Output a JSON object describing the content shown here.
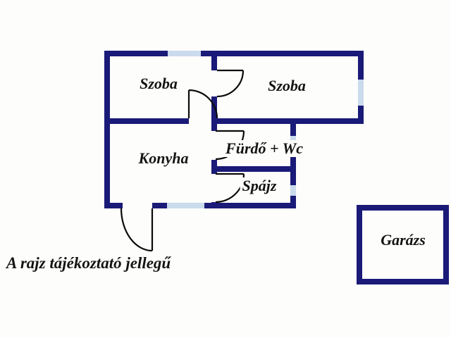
{
  "colors": {
    "wall": "#1a1a78",
    "window": "#c9dbec",
    "door": "#0b0b0b",
    "text": "#141414",
    "background": "#fdfdfb"
  },
  "rooms": {
    "szoba_left": "Szoba",
    "szoba_right": "Szoba",
    "konyha": "Konyha",
    "furdo_wc": "Fürdő + Wc",
    "spajz": "Spájz",
    "garazs": "Garázs"
  },
  "note": "A rajz tájékoztató jellegű"
}
